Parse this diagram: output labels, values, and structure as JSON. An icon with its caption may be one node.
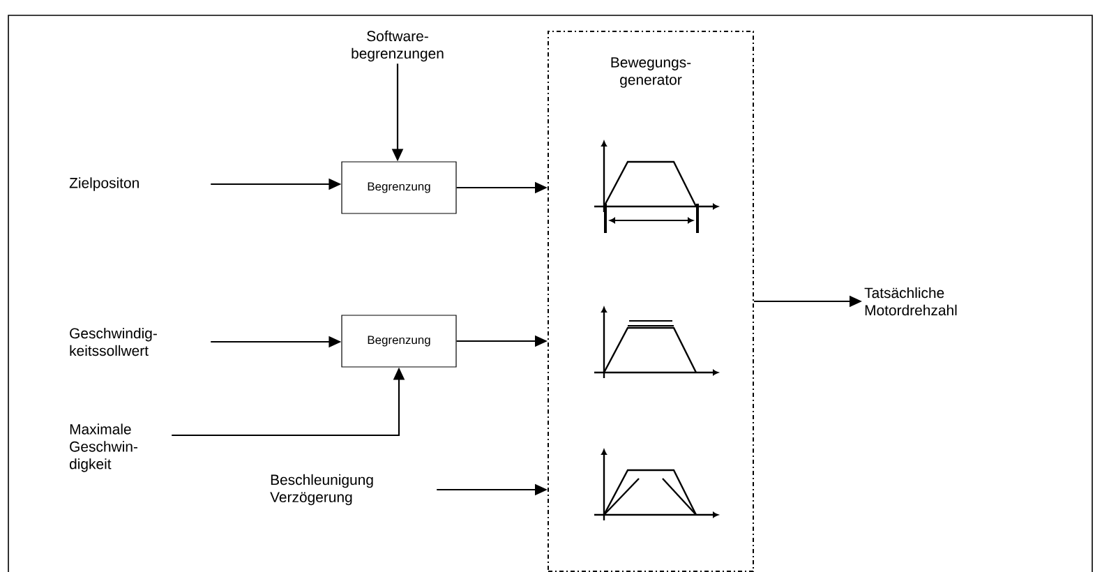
{
  "diagram": {
    "nodes": [
      {
        "text": [
          "Software- begrenzungen"
        ]
      },
      {
        "text": [
          "Zielpositon"
        ]
      },
      {
        "text": [
          "Begrenzung"
        ]
      },
      {
        "text": [
          "Geschwindig- keitssollwert"
        ]
      },
      {
        "text": [
          "Begrenzung"
        ]
      },
      {
        "text": [
          "Maximale Geschwin- digkeit"
        ]
      },
      {
        "text": [
          "Beschleunigung Verzögerung"
        ]
      },
      {
        "text": [
          "Bewegungs- generator"
        ]
      },
      {
        "text": [
          "Tatsächliche Motordrehzahl"
        ]
      }
    ],
    "edges": [
      {
        "from": 0,
        "to": 2,
        "arrow": "to"
      },
      {
        "from": 1,
        "to": 2,
        "arrow": "to"
      },
      {
        "from": 2,
        "to": 7,
        "arrow": "to"
      },
      {
        "from": 3,
        "to": 4,
        "arrow": "to"
      },
      {
        "from": 5,
        "to": 4,
        "arrow": "to"
      },
      {
        "from": 4,
        "to": 7,
        "arrow": "to"
      },
      {
        "from": 6,
        "to": 7,
        "arrow": "to"
      },
      {
        "from": 7,
        "to": 8,
        "arrow": "to"
      }
    ]
  }
}
